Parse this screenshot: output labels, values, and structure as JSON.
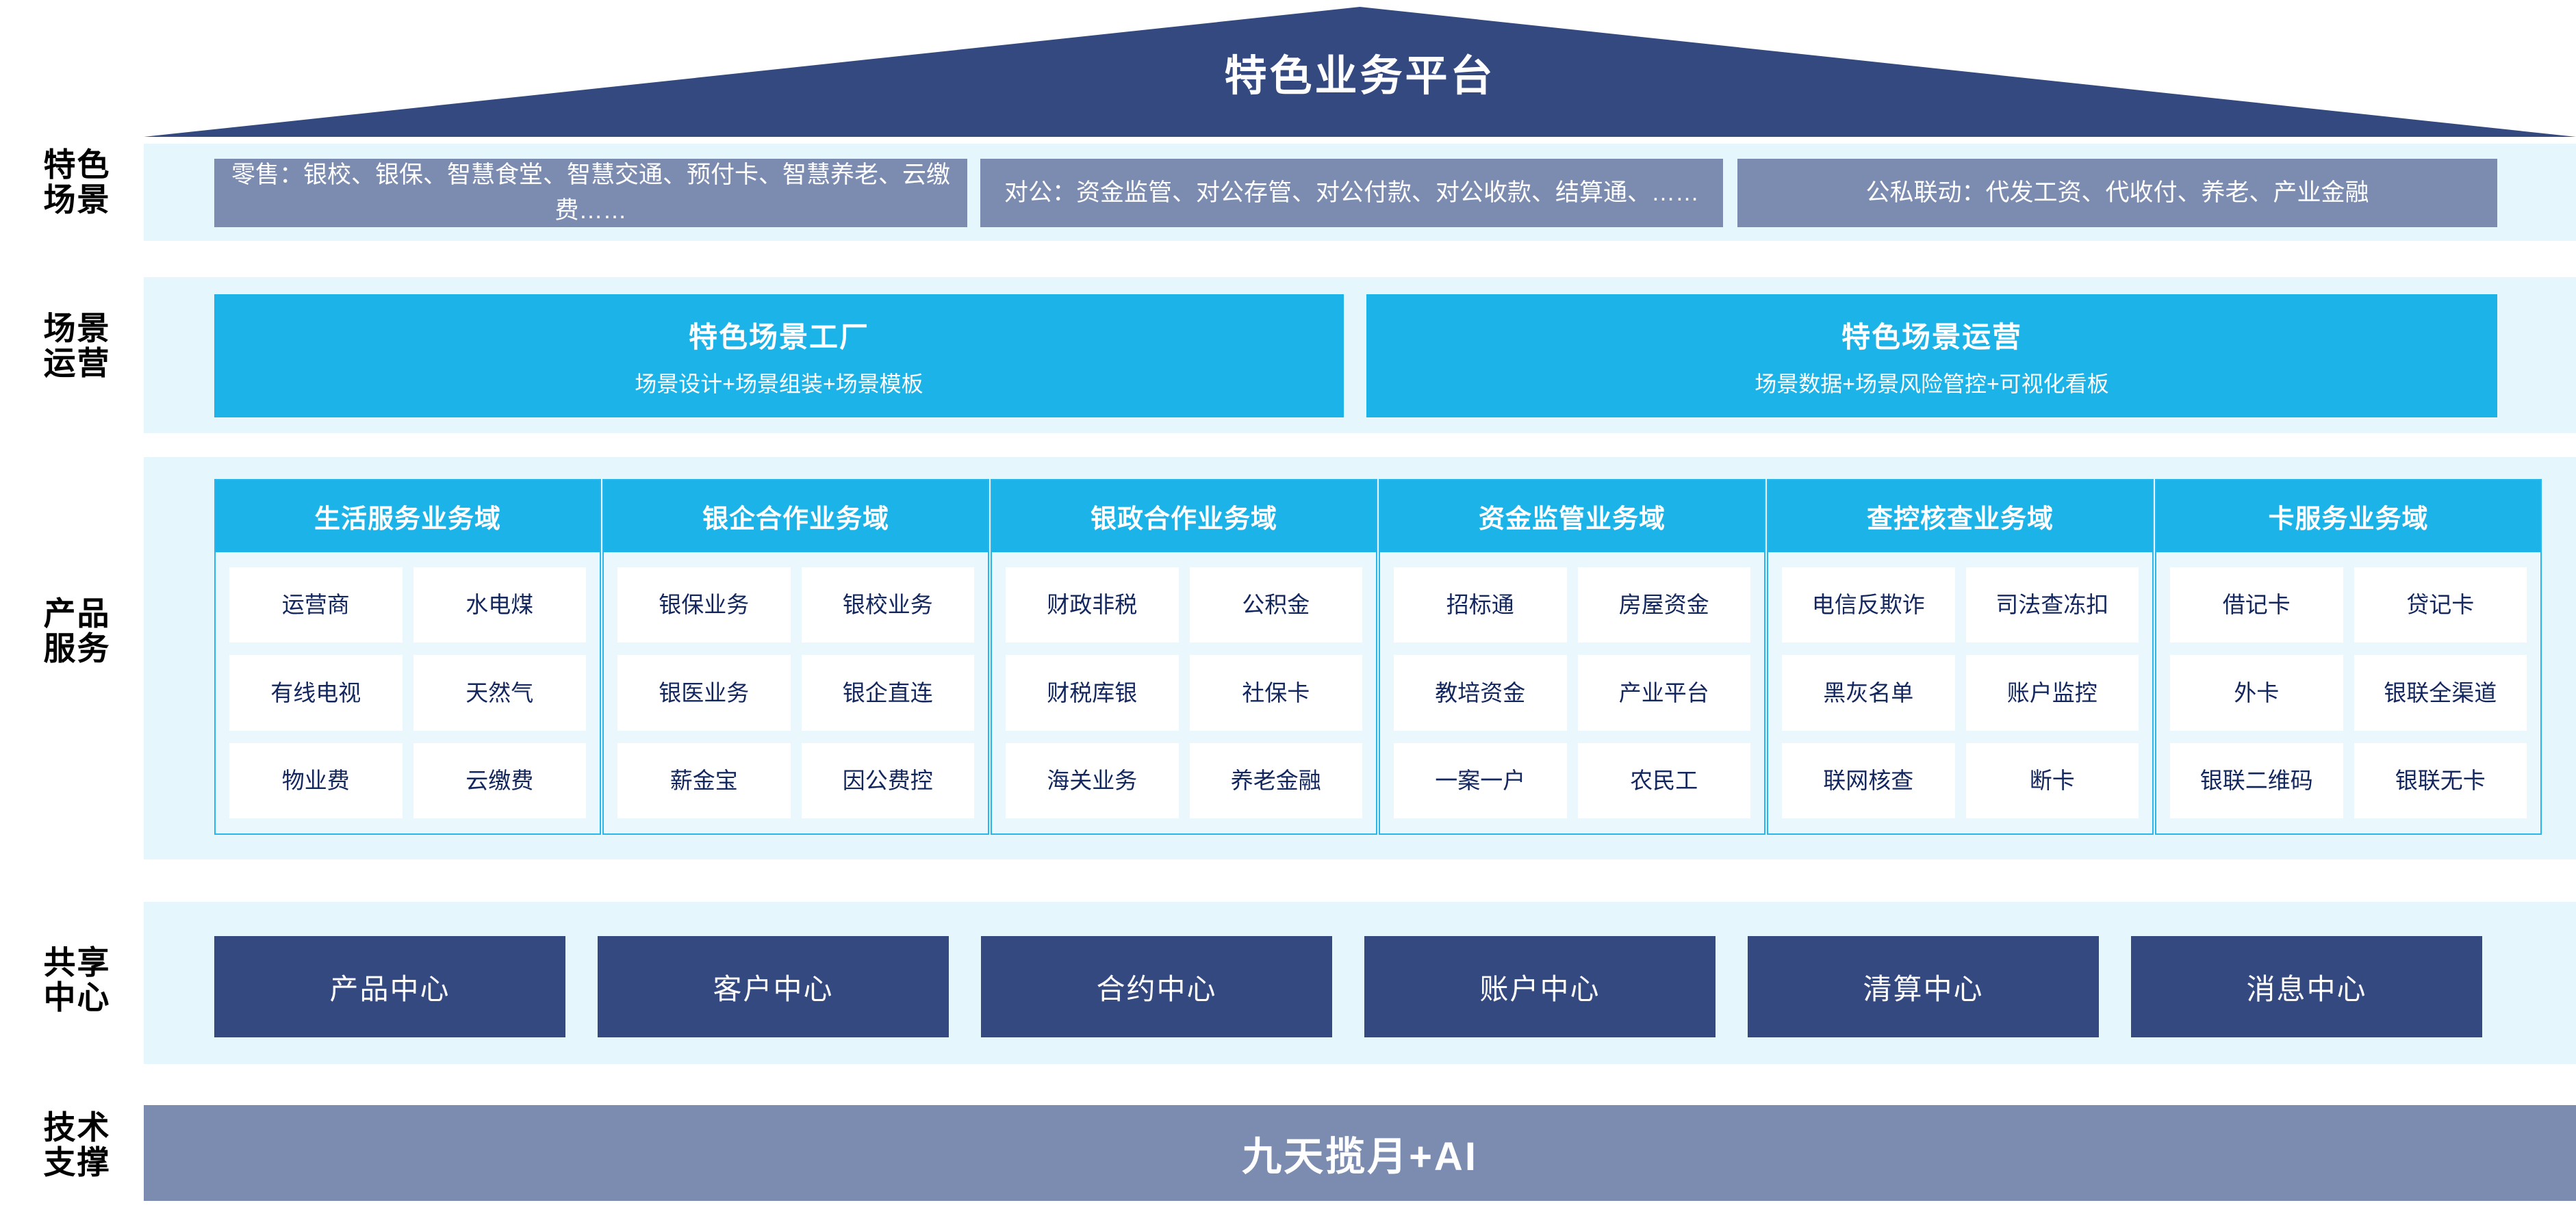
{
  "header": {
    "title": "特色业务平台"
  },
  "colors": {
    "roof": "#34497f",
    "band_bg": "#e6f6fd",
    "slate": "#7b8cb0",
    "cyan": "#1cb4e8",
    "navy": "#34497f",
    "chip_text": "#13275e"
  },
  "rows": {
    "scenarios": {
      "label": "特色\n场景",
      "label_lines": [
        "特色",
        "场景"
      ],
      "boxes": [
        {
          "text": "零售：银校、银保、智慧食堂、智慧交通、预付卡、智慧养老、云缴费……"
        },
        {
          "text": "对公：资金监管、对公存管、对公付款、对公收款、结算通、……"
        },
        {
          "text": "公私联动：代发工资、代收付、养老、产业金融"
        }
      ]
    },
    "operation": {
      "label_lines": [
        "场景",
        "运营"
      ],
      "boxes": [
        {
          "title": "特色场景工厂",
          "subtitle": "场景设计+场景组装+场景模板"
        },
        {
          "title": "特色场景运营",
          "subtitle": "场景数据+场景风险管控+可视化看板"
        }
      ]
    },
    "products": {
      "label_lines": [
        "产品",
        "服务"
      ],
      "columns": [
        {
          "header": "生活服务业务域",
          "items": [
            "运营商",
            "水电煤",
            "有线电视",
            "天然气",
            "物业费",
            "云缴费"
          ]
        },
        {
          "header": "银企合作业务域",
          "items": [
            "银保业务",
            "银校业务",
            "银医业务",
            "银企直连",
            "薪金宝",
            "因公费控"
          ]
        },
        {
          "header": "银政合作业务域",
          "items": [
            "财政非税",
            "公积金",
            "财税库银",
            "社保卡",
            "海关业务",
            "养老金融"
          ]
        },
        {
          "header": "资金监管业务域",
          "items": [
            "招标通",
            "房屋资金",
            "教培资金",
            "产业平台",
            "一案一户",
            "农民工"
          ]
        },
        {
          "header": "查控核查业务域",
          "items": [
            "电信\n反欺诈",
            "司法\n查冻扣",
            "黑灰名单",
            "账户监控",
            "联网核查",
            "断卡"
          ]
        },
        {
          "header": "卡服务业务域",
          "items": [
            "借记卡",
            "贷记卡",
            "外卡",
            "银联\n全渠道",
            "银联\n二维码",
            "银联无卡"
          ]
        }
      ]
    },
    "shared_centers": {
      "label_lines": [
        "共享",
        "中心"
      ],
      "boxes": [
        "产品中心",
        "客户中心",
        "合约中心",
        "账户中心",
        "清算中心",
        "消息中心"
      ]
    },
    "tech_support": {
      "label_lines": [
        "技术",
        "支撑"
      ],
      "bar": "九天揽月+AI"
    }
  }
}
